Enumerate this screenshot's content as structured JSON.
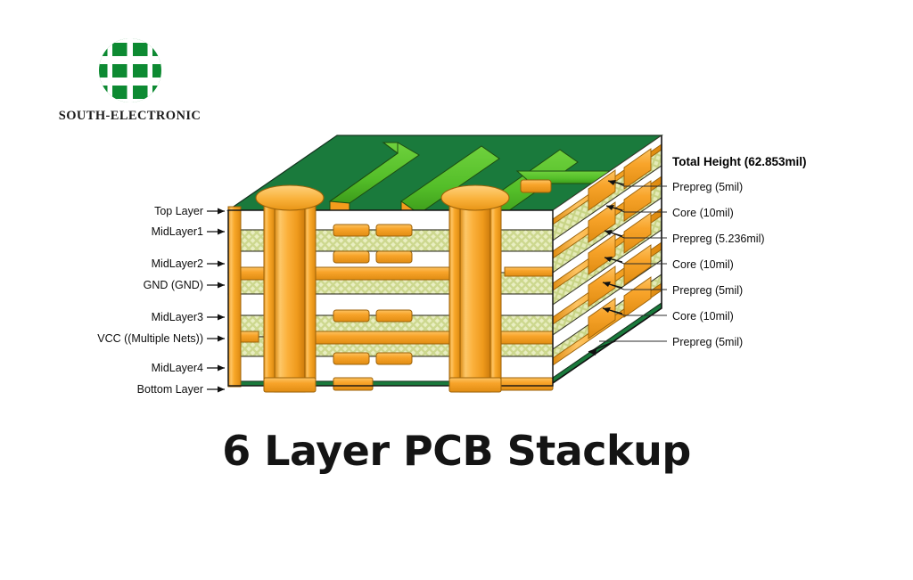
{
  "brand": {
    "name": "SOUTH-ELECTRONIC",
    "logo_icon": "hh-monogram-logo",
    "logo_color": "#0d8a32"
  },
  "title": "6 Layer PCB Stackup",
  "diagram": {
    "type": "pcb-stackup-isometric",
    "layer_count": 6,
    "total_height_label": "Total Height (62.853mil)",
    "left_labels": [
      {
        "id": "top-layer",
        "text": "Top Layer"
      },
      {
        "id": "midlayer1",
        "text": "MidLayer1"
      },
      {
        "id": "midlayer2",
        "text": "MidLayer2"
      },
      {
        "id": "gnd",
        "text": "GND (GND)"
      },
      {
        "id": "midlayer3",
        "text": "MidLayer3"
      },
      {
        "id": "vcc",
        "text": "VCC ((Multiple Nets))"
      },
      {
        "id": "midlayer4",
        "text": "MidLayer4"
      },
      {
        "id": "bottom-layer",
        "text": "Bottom Layer"
      }
    ],
    "right_labels": [
      {
        "id": "prepreg-1",
        "text": "Prepreg (5mil)"
      },
      {
        "id": "core-1",
        "text": "Core (10mil)"
      },
      {
        "id": "prepreg-2",
        "text": "Prepreg (5.236mil)"
      },
      {
        "id": "core-2",
        "text": "Core (10mil)"
      },
      {
        "id": "prepreg-3",
        "text": "Prepreg (5mil)"
      },
      {
        "id": "core-3",
        "text": "Core (10mil)"
      },
      {
        "id": "prepreg-4",
        "text": "Prepreg (5mil)"
      }
    ],
    "colors": {
      "soldermask_top": "#1a7a3c",
      "soldermask_top_light": "#2f9150",
      "trace_green": "#5cc62e",
      "trace_green_dark": "#3f9e1e",
      "copper": "#f59c1c",
      "copper_light": "#fbc05a",
      "copper_dark": "#c97a10",
      "core_fill": "#e9eec2",
      "core_hatch": "#cdd88f",
      "prepreg_fill": "#ffffff",
      "outline": "#3a3a2a"
    }
  }
}
